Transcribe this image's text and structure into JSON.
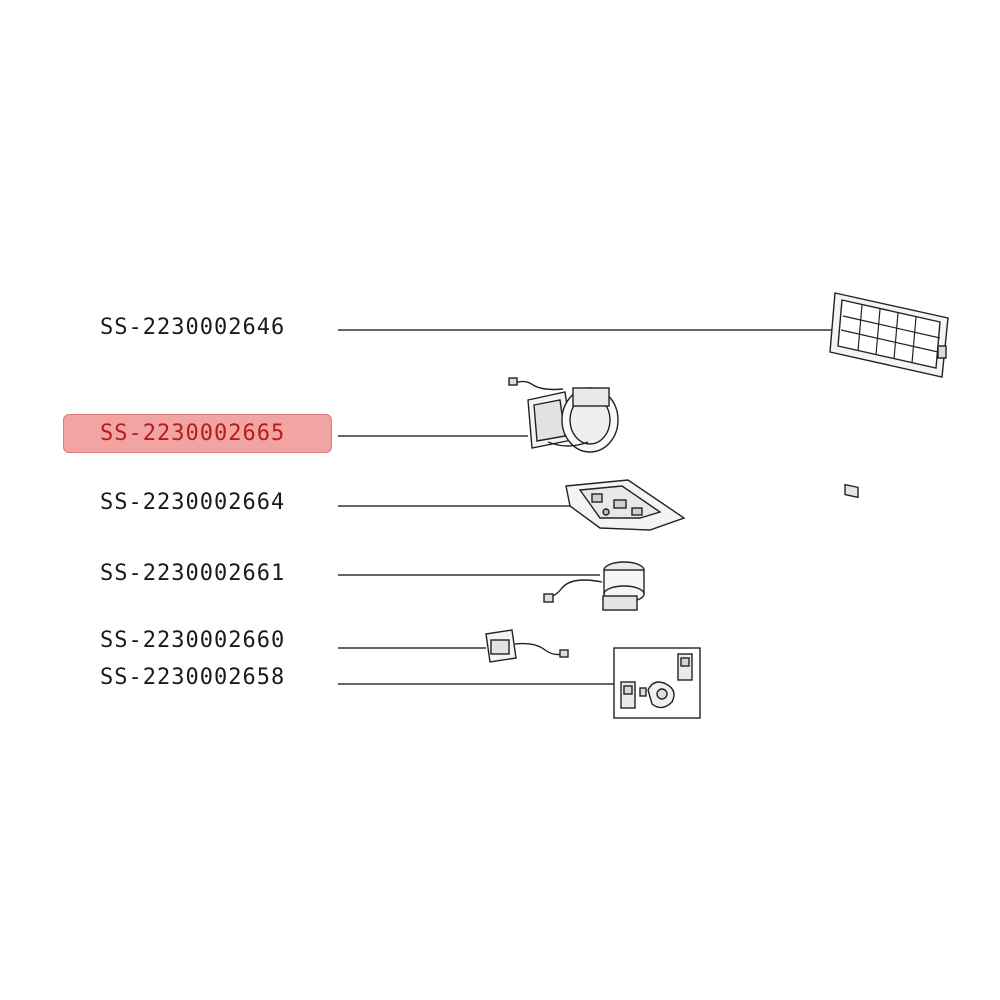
{
  "diagram": {
    "highlight_color": "#f2a3a3",
    "highlighted_part": "SS-2230002665",
    "parts": [
      {
        "id": "SS-2230002646",
        "label": "SS-2230002646",
        "icon": "grille-filter-icon"
      },
      {
        "id": "SS-2230002665",
        "label": "SS-2230002665",
        "icon": "wheel-motor-icon"
      },
      {
        "id": "SS-2230002664",
        "label": "SS-2230002664",
        "icon": "circuit-board-icon"
      },
      {
        "id": "SS-2230002661",
        "label": "SS-2230002661",
        "icon": "motor-with-cable-icon"
      },
      {
        "id": "SS-2230002660",
        "label": "SS-2230002660",
        "icon": "sensor-with-cable-icon"
      },
      {
        "id": "SS-2230002658",
        "label": "SS-2230002658",
        "icon": "switch-kit-icon"
      }
    ]
  }
}
